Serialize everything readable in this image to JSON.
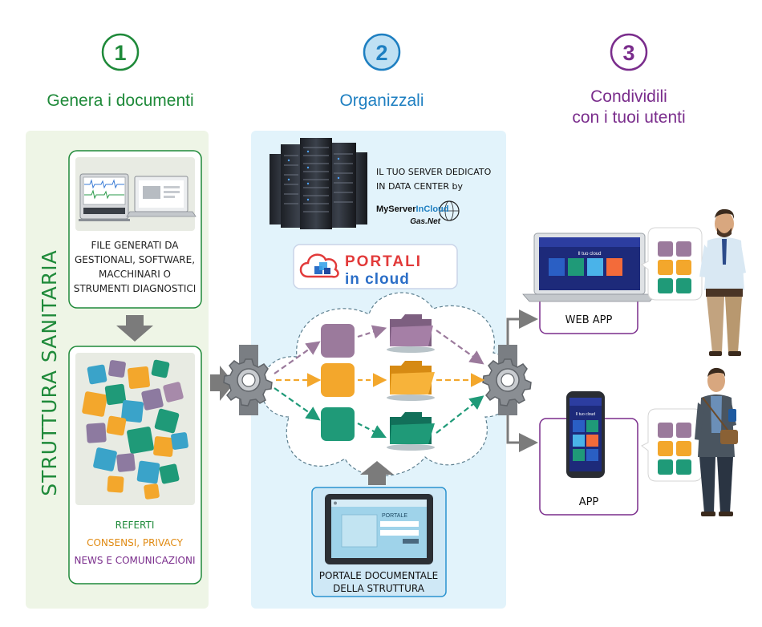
{
  "colors": {
    "green": "#1f8a3a",
    "blue": "#1e7fc1",
    "purple": "#7a2d8c",
    "orange": "#e08a12",
    "lightgreen_panel": "#eef5e6",
    "lightblue_panel": "#e2f3fb",
    "tile_purple": "#9b7a9c",
    "tile_orange": "#f3a72c",
    "tile_teal": "#1f9a78",
    "arrow_gray": "#7b7b7b"
  },
  "steps": [
    {
      "number": "1",
      "label_lines": [
        "Genera i documenti"
      ],
      "color": "green"
    },
    {
      "number": "2",
      "label_lines": [
        "Organizzali"
      ],
      "color": "blue"
    },
    {
      "number": "3",
      "label_lines": [
        "Condividili",
        "con i tuoi utenti"
      ],
      "color": "purple"
    }
  ],
  "column1": {
    "vertical_label": "STRUTTURA SANITARIA",
    "files_box": {
      "icon_names": [
        "medical-monitor-icon",
        "laptop-icon"
      ],
      "lines": [
        "FILE GENERATI DA",
        "GESTIONALI, SOFTWARE,",
        "MACCHINARI O",
        "STRUMENTI DIAGNOSTICI"
      ]
    },
    "docs_box": {
      "icon": "document-tiles-icon",
      "line1": "REFERTI",
      "line2": "CONSENSI, PRIVACY",
      "line3": "NEWS E COMUNICAZIONI"
    }
  },
  "column2": {
    "server": {
      "icon": "server-rack-icon",
      "lines": [
        "IL TUO SERVER DEDICATO",
        "IN DATA CENTER by"
      ],
      "brand_a": "MyServer",
      "brand_b": "InCloud",
      "brand_c": "Gas.Net"
    },
    "portal_logo": {
      "word1": "PORTALI",
      "word2": "in cloud"
    },
    "cloud": {
      "icons": [
        "gear-icon",
        "folder-icon"
      ],
      "rows": [
        {
          "tile": "tile_purple",
          "arrow_color": "tile_purple"
        },
        {
          "tile": "tile_orange",
          "arrow_color": "tile_orange"
        },
        {
          "tile": "tile_teal",
          "arrow_color": "tile_teal"
        }
      ]
    },
    "portal_box": {
      "icon": "tablet-icon",
      "screen_label": "PORTALE",
      "lines": [
        "PORTALE DOCUMENTALE",
        "DELLA STRUTTURA"
      ]
    }
  },
  "column3": {
    "web_app": {
      "label": "WEB APP",
      "screen_title": "Il tuo cloud",
      "icons": [
        "laptop-icon",
        "person-icon",
        "app-tiles-icon"
      ]
    },
    "app": {
      "label": "APP",
      "screen_title": "Il tuo cloud",
      "icons": [
        "smartphone-icon",
        "person-icon",
        "app-tiles-icon"
      ]
    }
  }
}
